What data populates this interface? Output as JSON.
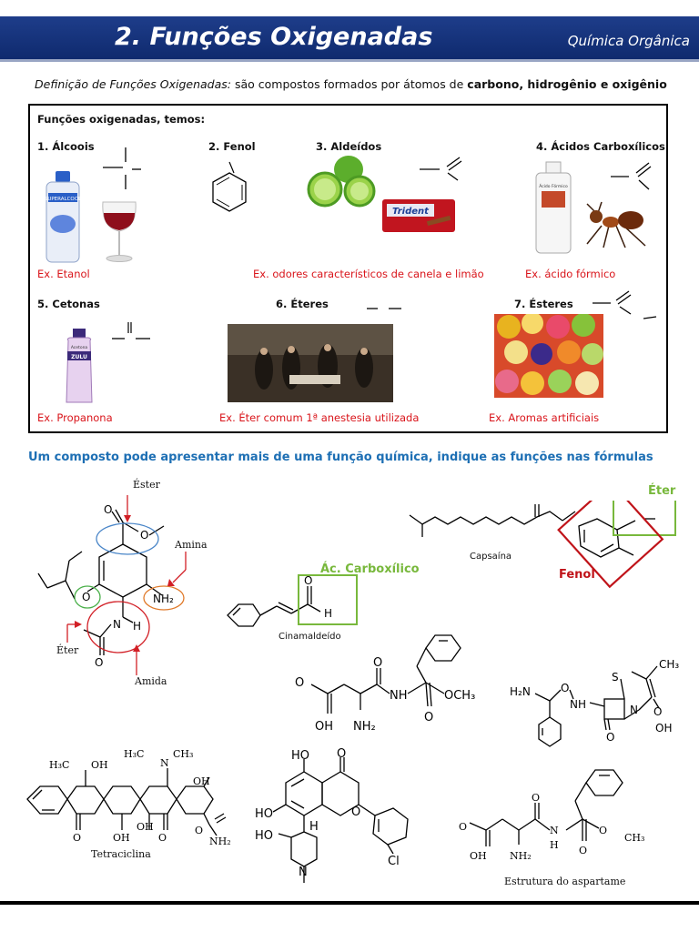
{
  "header": {
    "title": "2. Funções Oxigenadas",
    "subject": "Química Orgânica"
  },
  "definition": {
    "lead": "Definição de Funções Oxigenadas:",
    "text": " são compostos formados por átomos de ",
    "bold": "carbono, hidrogênio e oxigênio"
  },
  "box": {
    "heading": "Funções oxigenadas, temos:",
    "items": [
      {
        "label": "1.    Álcoois",
        "example": "Ex. Etanol"
      },
      {
        "label": "2. Fenol"
      },
      {
        "label": "3.  Aldeídos",
        "example": "Ex. odores característicos de canela e limão"
      },
      {
        "label": "4. Ácidos Carboxílicos",
        "example": "Ex. ácido fórmico"
      },
      {
        "label": "5. Cetonas",
        "example": "Ex. Propanona"
      },
      {
        "label": "6. Éteres",
        "example": "Ex. Éter comum 1ª anestesia utilizada"
      },
      {
        "label": "7. Ésteres",
        "example": "Ex. Aromas artificiais"
      }
    ],
    "product_texts": {
      "alcohol_brand": "SUPERALCOOL",
      "gum_brand": "Trident",
      "acetone_brand": "ZULU",
      "acetone_label": "Acetona",
      "acid_label": "Ácido Fórmico"
    }
  },
  "question": "Um composto pode apresentar mais de uma função química, indique as funções nas fórmulas",
  "annotations": {
    "ester": "Éster",
    "amina": "Amina",
    "eter_black": "Éter",
    "amida": "Amida",
    "ac_carboxilico": "Ác. Carboxílico",
    "eter_green": "Éter",
    "fenol": "Fenol"
  },
  "molecules": {
    "capsaina": "Capsaína",
    "cinamaldeido": "Cinamaldeído",
    "tetraciclina": "Tetraciclina",
    "aspartame": "Estrutura do aspartame",
    "atoms": {
      "O": "O",
      "N": "N",
      "NH": "NH",
      "NH2": "NH₂",
      "H": "H",
      "OH": "OH",
      "OCH3": "OCH₃",
      "CH3": "CH₃",
      "H2N": "H₂N",
      "S": "S",
      "OOH": "O-OH",
      "NHH": "H",
      "Cl": "Cl",
      "H3C": "H₃C",
      "H3CNCH3": "H₃C",
      "HO": "HO",
      "NH2b": "NH₂",
      "OCH3b": "O",
      "CH3b": "CH₃"
    }
  },
  "colors": {
    "header": "#1e3d8a",
    "example_red": "#d9141a",
    "question_blue": "#1d6fb4",
    "green": "#78b83c",
    "red_box": "#c0141a",
    "blue_circle": "#4a86c8",
    "orange_circle": "#e07a2a"
  }
}
